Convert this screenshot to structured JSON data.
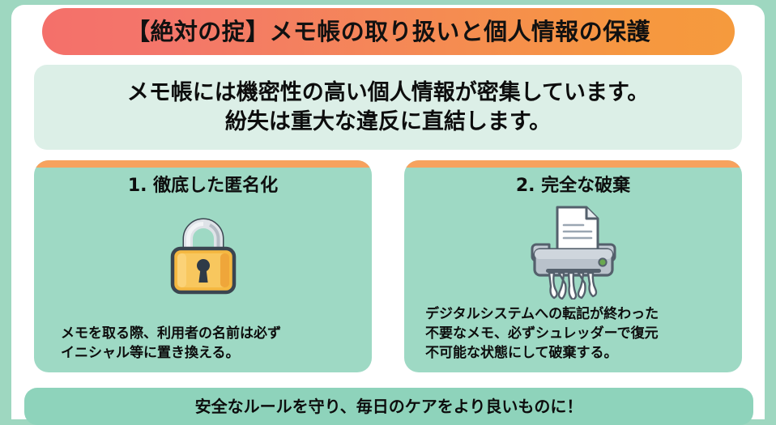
{
  "title": {
    "text": "【絶対の掟】メモ帳の取り扱いと個人情報の保護"
  },
  "subtitle": {
    "line1": "メモ帳には機密性の高い個人情報が密集しています。",
    "line2": "紛失は重大な違反に直結します。"
  },
  "cards": [
    {
      "title": "1. 徹底した匿名化",
      "icon": "padlock-icon",
      "body_line1": "メモを取る際、利用者の名前は必ず",
      "body_line2": "イニシャル等に置き換える。",
      "body_line3": ""
    },
    {
      "title": "2. 完全な破棄",
      "icon": "paper-shredder-icon",
      "body_line1": "デジタルシステムへの転記が終わった",
      "body_line2": "不要なメモ、必ずシュレッダーで復元",
      "body_line3": "不可能な状態にして破棄する。"
    }
  ],
  "footer": {
    "text": "安全なルールを守り、毎日のケアをより良いものに！"
  },
  "colors": {
    "page_background": "#9ed7c0",
    "panel": "#ffffff",
    "title_gradient_start": "#f4706a",
    "title_gradient_end": "#f59a3d",
    "subtitle_box": "#dcefe7",
    "card_background": "#9ed9c4",
    "card_topbar": "#f7a25e",
    "footer_bar": "#8ed3bb",
    "text": "#0d0d0d",
    "lock_body": "#f5b841",
    "lock_shackle": "#c9ced6",
    "shredder_body": "#b3bcc6",
    "shredder_led": "#6aa84f"
  }
}
